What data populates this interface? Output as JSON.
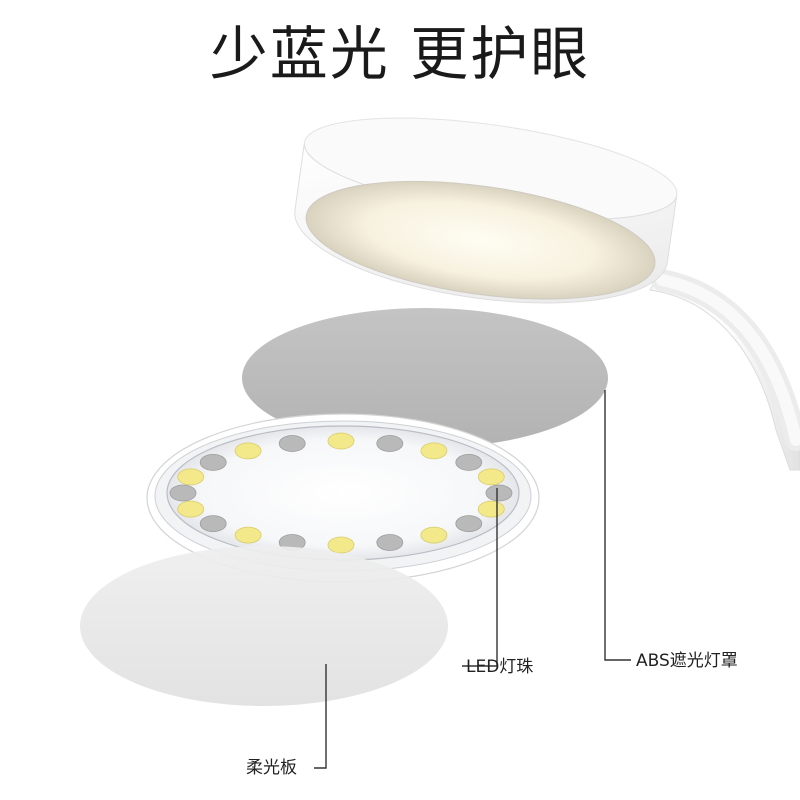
{
  "headline": "少蓝光 更护眼",
  "callouts": {
    "led_beads": "LED灯珠",
    "abs_shade": "ABS遮光灯罩",
    "diffuser": "柔光板"
  },
  "colors": {
    "background": "#ffffff",
    "text": "#1a1a1a",
    "lamp_body": "#f4f4f4",
    "shade_disc": "#bdbdbd",
    "diffuser_disc": "#e6e6e6",
    "led_warm": "#f3e88a",
    "led_cool": "#b9b9b9"
  },
  "led_ring": {
    "bead_count": 20,
    "pattern": [
      "warm",
      "cool"
    ]
  }
}
